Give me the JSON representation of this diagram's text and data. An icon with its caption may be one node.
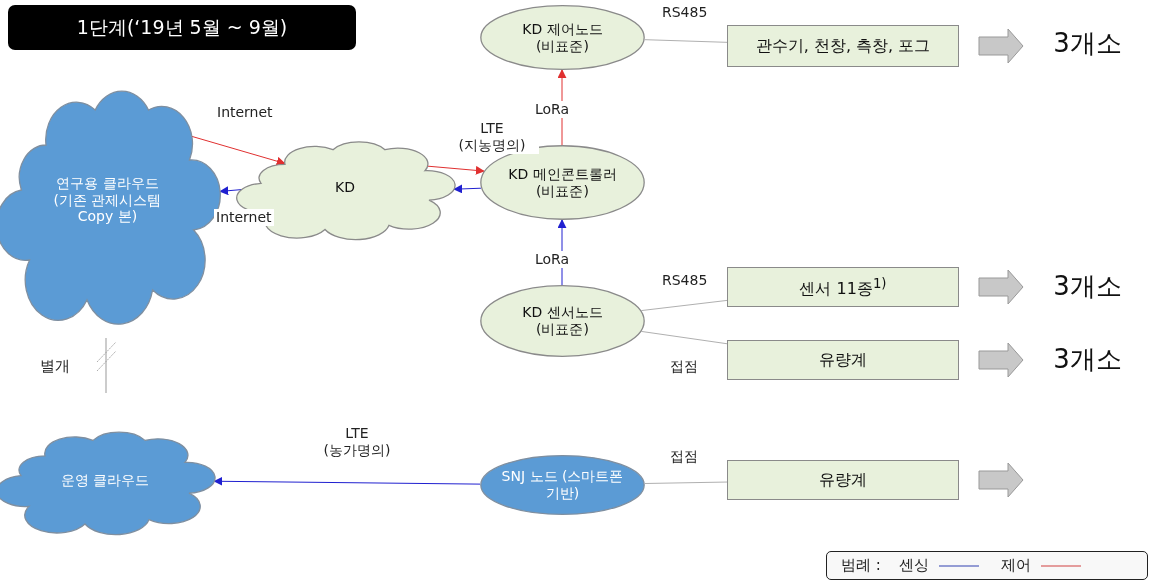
{
  "diagram": {
    "title": "1단계(‘19년 5월 ~ 9월)",
    "nodes": [
      {
        "text": [
          "연구용 클라우드 (기존 관제시스템 Copy 본)"
        ]
      },
      {
        "text": [
          "KD"
        ]
      },
      {
        "text": [
          "KD 제어노드 (비표준)"
        ]
      },
      {
        "text": [
          "KD 메인콘트롤러 (비표준)"
        ]
      },
      {
        "text": [
          "KD 센서노드 (비표준)"
        ]
      },
      {
        "text": [
          "관수기, 천창, 측창, 포그"
        ]
      },
      {
        "text": [
          "센서 11종$^{1)}$"
        ]
      },
      {
        "text": [
          "유량계"
        ]
      },
      {
        "text": [
          "운영 클라우드"
        ]
      },
      {
        "text": [
          "SNJ 노드 (스마트폰 기반)"
        ]
      },
      {
        "text": [
          "유량계"
        ]
      },
      {
        "text": [
          "3개소"
        ]
      },
      {
        "text": [
          "3개소"
        ]
      },
      {
        "text": [
          "3개소"
        ]
      }
    ],
    "edges": [
      {
        "from": 0,
        "to": 1,
        "arrow": "to",
        "label": "Internet",
        "color": "#e03030"
      },
      {
        "from": 1,
        "to": 0,
        "arrow": "to",
        "label": "Internet",
        "color": "#2020d0"
      },
      {
        "from": 1,
        "to": 3,
        "arrow": "to",
        "label": "LTE (지농명의)",
        "color": "#e03030"
      },
      {
        "from": 3,
        "to": 1,
        "arrow": "to",
        "color": "#2020d0"
      },
      {
        "from": 3,
        "to": 2,
        "arrow": "to",
        "label": "LoRa",
        "color": "#e03030"
      },
      {
        "from": 4,
        "to": 3,
        "arrow": "to",
        "label": "LoRa",
        "color": "#2020d0"
      },
      {
        "from": 2,
        "to": 5,
        "arrow": "none",
        "label": "RS485",
        "color": "#b0b0b0"
      },
      {
        "from": 4,
        "to": 6,
        "arrow": "none",
        "label": "RS485",
        "color": "#b0b0b0"
      },
      {
        "from": 4,
        "to": 7,
        "arrow": "none",
        "label": "접점",
        "color": "#b0b0b0"
      },
      {
        "from": 9,
        "to": 8,
        "arrow": "to",
        "label": "LTE (농가명의)",
        "color": "#2020d0"
      },
      {
        "from": 9,
        "to": 10,
        "arrow": "none",
        "label": "접점",
        "color": "#b0b0b0"
      },
      {
        "from": 5,
        "to": 11,
        "arrow": "to",
        "style": "thick",
        "color": "#c8c8c8"
      },
      {
        "from": 6,
        "to": 12,
        "arrow": "to",
        "style": "thick",
        "color": "#c8c8c8"
      },
      {
        "from": 7,
        "to": 13,
        "arrow": "to",
        "style": "thick",
        "color": "#c8c8c8"
      },
      {
        "from": 10,
        "to": null,
        "arrow": "to",
        "style": "thick",
        "color": "#c8c8c8"
      }
    ],
    "labels": [
      "별개",
      "범례 :"
    ],
    "legend": [
      {
        "text": "센싱"
      },
      {
        "text": "제어"
      }
    ]
  }
}
